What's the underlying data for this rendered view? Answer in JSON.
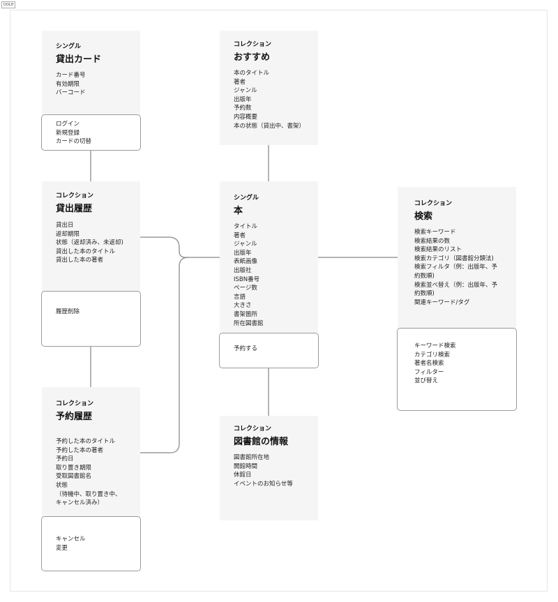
{
  "tag": "DOLH",
  "cards": {
    "card": {
      "kind": "シングル",
      "title": "貸出カード",
      "fields": [
        "カード番号",
        "有効期限",
        "バーコード"
      ],
      "actions": [
        "ログイン",
        "新規登録",
        "カードの切替"
      ]
    },
    "history": {
      "kind": "コレクション",
      "title": "貸出履歴",
      "fields": [
        "貸出日",
        "返却期限",
        "状態（返却済み、未返却)",
        "貸出した本のタイトル",
        "貸出した本の著者"
      ],
      "actions": [
        "履歴削除"
      ]
    },
    "reservations": {
      "kind": "コレクション",
      "title": "予約履歴",
      "fields": [
        "予約した本のタイトル",
        "予約した本の著者",
        "予約日",
        "取り置き期限",
        "受取図書館名",
        "状態",
        "（待機中、取り置き中、",
        "キャンセル済み）"
      ],
      "actions": [
        "キャンセル",
        "変更"
      ]
    },
    "recommend": {
      "kind": "コレクション",
      "title": "おすすめ",
      "fields": [
        "本のタイトル",
        "著者",
        "ジャンル",
        "出版年",
        "予約数",
        "内容概要",
        "本の状態（貸出中、書架）"
      ]
    },
    "book": {
      "kind": "シングル",
      "title": "本",
      "fields": [
        "タイトル",
        "著者",
        "ジャンル",
        "出版年",
        "表紙画像",
        "出版社",
        "ISBN番号",
        "ページ数",
        "言語",
        "大きさ",
        "書架箇所",
        "所在図書館"
      ],
      "actions": [
        "予約する"
      ]
    },
    "library": {
      "kind": "コレクション",
      "title": "図書館の情報",
      "fields": [
        "図書館所在地",
        "開館時間",
        "休館日",
        "イベントのお知らせ等"
      ]
    },
    "search": {
      "kind": "コレクション",
      "title": "検索",
      "fields": [
        "検索キーワード",
        "検索結果の数",
        "検索結果のリスト",
        "検索カテゴリ（図書館分類法)",
        "検索フィルタ（例：出版年、予",
        "約数順)",
        "検索並べ替え（例：出版年、予",
        "約数順)",
        "関連キーワード/タグ"
      ],
      "actions": [
        "キーワード検索",
        "カテゴリ検索",
        "著者名検索",
        "フィルター",
        "並び替え"
      ]
    }
  }
}
